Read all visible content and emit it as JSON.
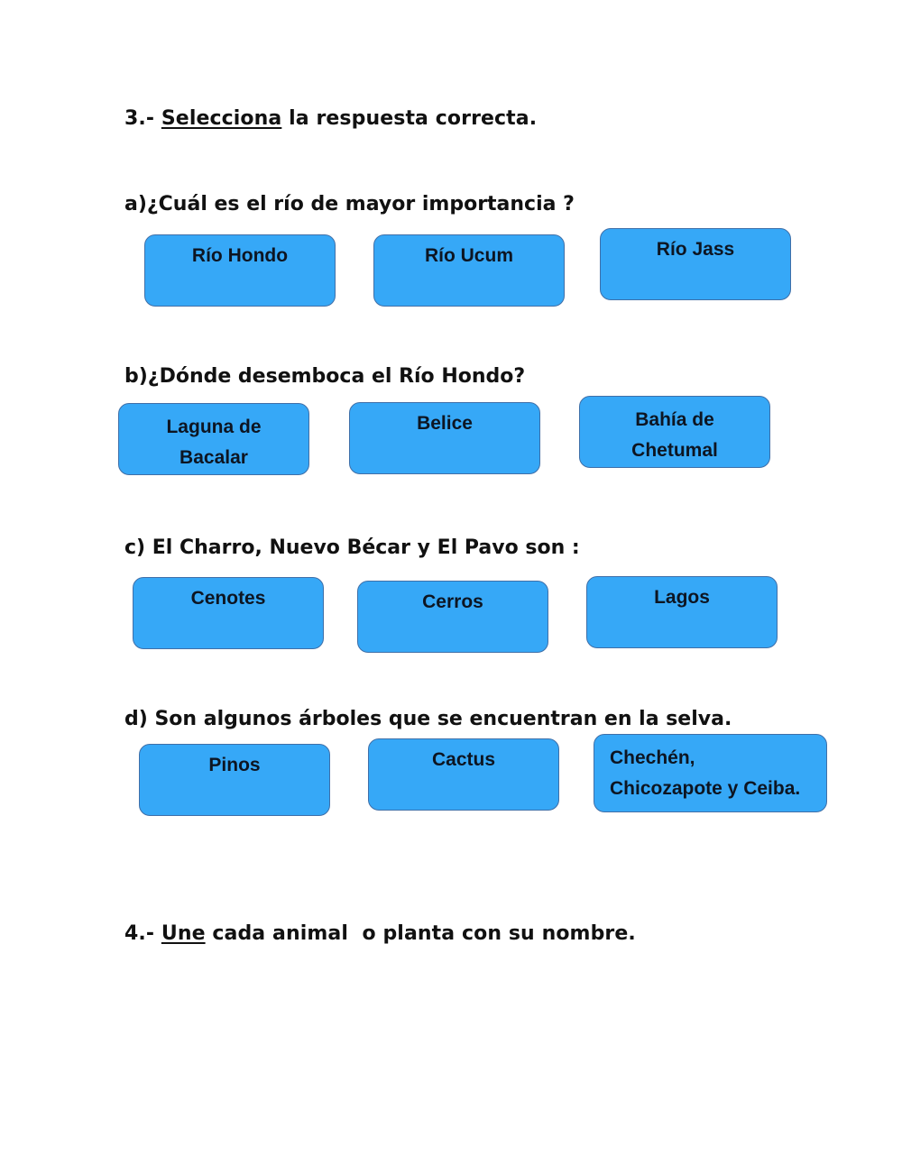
{
  "section3": {
    "number": "3.- ",
    "verb": "Selecciona",
    "rest": " la respuesta correcta."
  },
  "questions": [
    {
      "prompt": "a)¿Cuál es el río de mayor importancia ?",
      "options": [
        {
          "lines": [
            "Río Hondo"
          ]
        },
        {
          "lines": [
            "Río Ucum"
          ]
        },
        {
          "lines": [
            "Río Jass"
          ]
        }
      ]
    },
    {
      "prompt": "b)¿Dónde desemboca el Río Hondo?",
      "options": [
        {
          "lines": [
            "Laguna de",
            "Bacalar"
          ]
        },
        {
          "lines": [
            "Belice"
          ]
        },
        {
          "lines": [
            "Bahía de",
            "Chetumal"
          ]
        }
      ]
    },
    {
      "prompt": "c) El Charro, Nuevo Bécar y El Pavo son :",
      "options": [
        {
          "lines": [
            "Cenotes"
          ]
        },
        {
          "lines": [
            "Cerros"
          ]
        },
        {
          "lines": [
            "Lagos"
          ]
        }
      ]
    },
    {
      "prompt": "d) Son algunos árboles que se encuentran en la selva.",
      "options": [
        {
          "lines": [
            "Pinos"
          ]
        },
        {
          "lines": [
            "Cactus"
          ]
        },
        {
          "lines": [
            "Chechén,",
            "Chicozapote y Ceiba."
          ]
        }
      ]
    }
  ],
  "section4": {
    "number": "4.- ",
    "verb": "Une",
    "rest": " cada animal  o planta con su nombre."
  },
  "colors": {
    "option_fill": "#36a8f7",
    "option_border": "#3f6fa8",
    "text": "#111111"
  }
}
